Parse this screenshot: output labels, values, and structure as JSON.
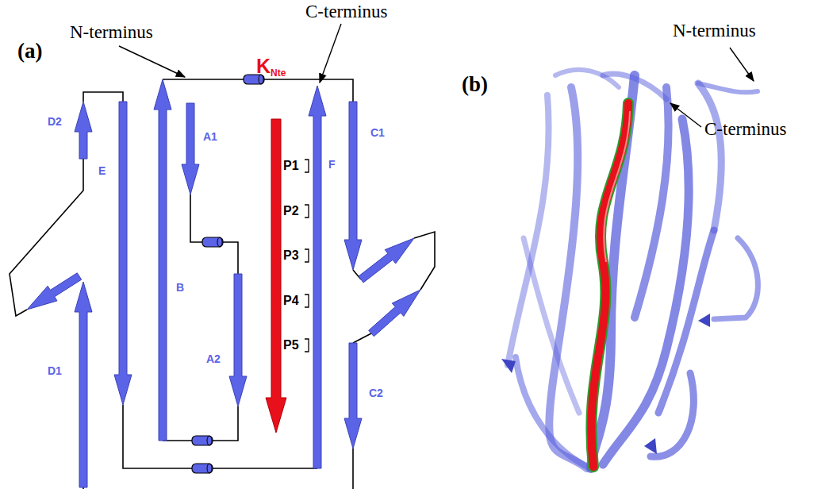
{
  "diagram": {
    "labels": [
      "(a)",
      "N-terminus",
      "C-terminus",
      "K",
      "Nte",
      "D2",
      "E",
      "A1",
      "B",
      "A2",
      "F",
      "C1",
      "C2",
      "D1",
      "P1",
      "P2",
      "P3",
      "P4",
      "P5",
      "(b)",
      "N-terminus",
      "C-terminus"
    ]
  }
}
